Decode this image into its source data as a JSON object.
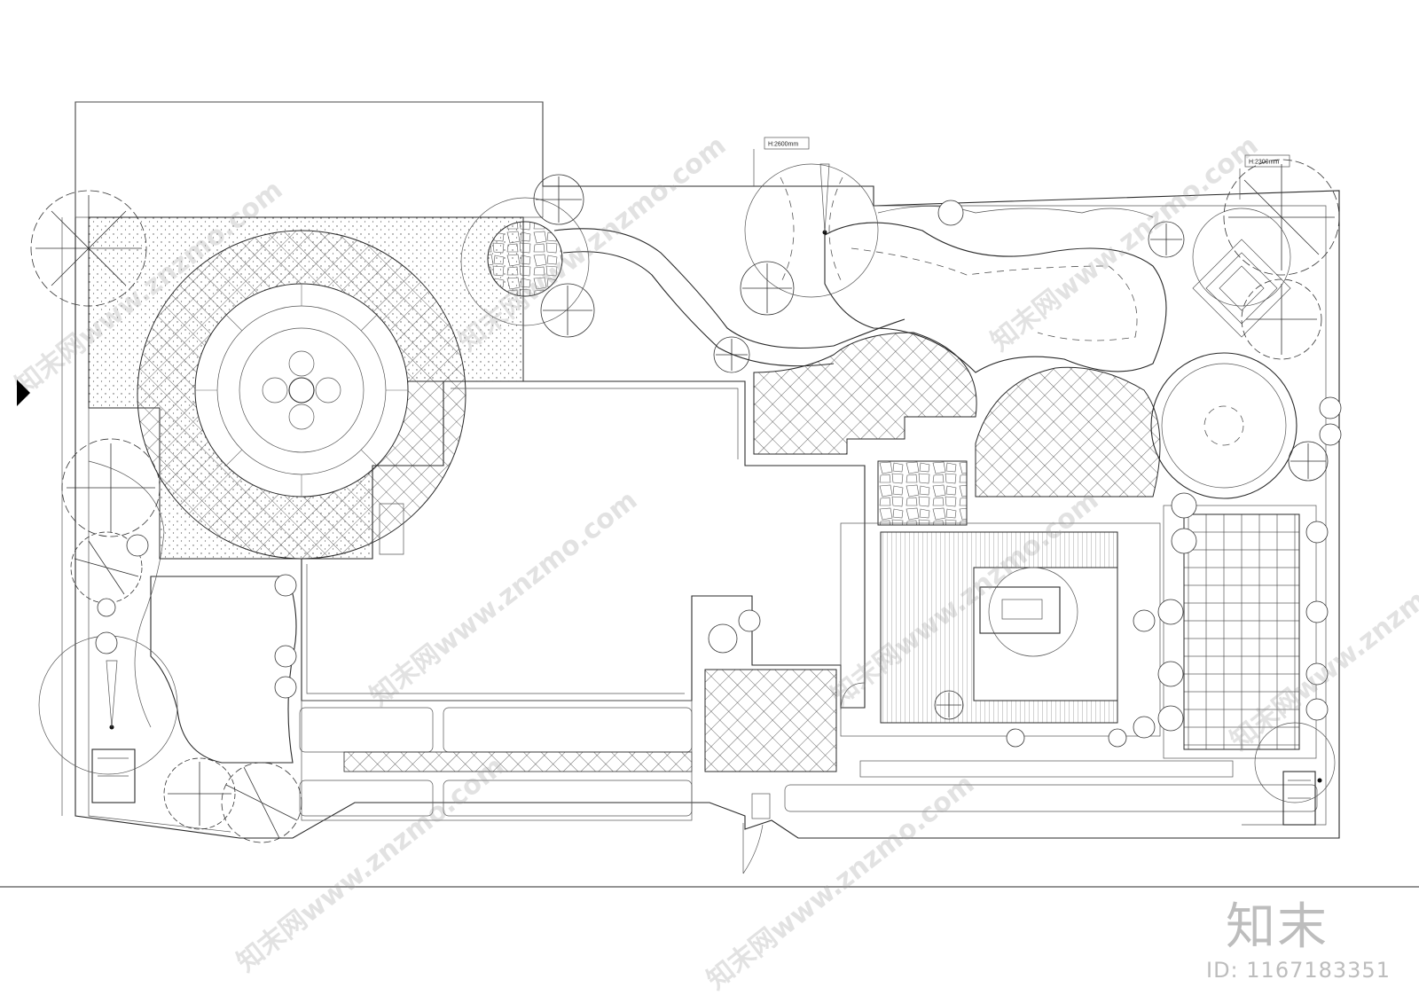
{
  "drawing": {
    "height_tag_left": "H:2600mm",
    "height_tag_right": "H:2300mm"
  },
  "watermark": {
    "site_text": "知末网www.znzmo.com",
    "brand": "知末",
    "id_label": "ID: 1167183351"
  },
  "icons": {
    "nav_arrow": "play-triangle-icon"
  },
  "colors": {
    "line": "#2a2a2a",
    "watermark": "#bdbdbd"
  }
}
